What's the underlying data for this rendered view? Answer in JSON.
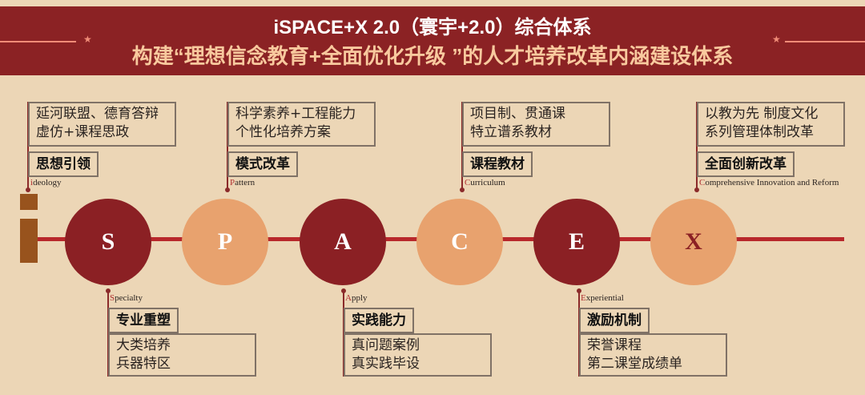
{
  "header": {
    "title": "iSPACE+X 2.0（寰宇+2.0）综合体系",
    "subtitle": "构建“理想信念教育+全面优化升级 ”的人才培养改革内涵建设体系",
    "decoration": "star-icon"
  },
  "colors": {
    "header_bg": "#8b2224",
    "background": "#ecd6b6",
    "dark_node": "#8b2024",
    "light_node": "#e8a26e",
    "axis": "#b8282b",
    "i_bar": "#98531d",
    "subtitle_text": "#f8c99e"
  },
  "prefix_letter": "i",
  "nodes": [
    {
      "letter": "S",
      "style": "dark"
    },
    {
      "letter": "P",
      "style": "light"
    },
    {
      "letter": "A",
      "style": "dark"
    },
    {
      "letter": "C",
      "style": "light"
    },
    {
      "letter": "E",
      "style": "dark"
    },
    {
      "letter": "X",
      "style": "light"
    }
  ],
  "top_items": [
    {
      "key": "i",
      "english_first": "i",
      "english_rest": "deology",
      "label": "思想引领",
      "lines": [
        "延河联盟、德育答辩",
        "虚仿+课程思政"
      ]
    },
    {
      "key": "P",
      "english_first": "P",
      "english_rest": "attern",
      "label": "模式改革",
      "lines": [
        "科学素养+工程能力",
        "个性化培养方案"
      ]
    },
    {
      "key": "C",
      "english_first": "C",
      "english_rest": "urriculum",
      "label": "课程教材",
      "lines": [
        "项目制、贯通课",
        "特立谱系教材"
      ]
    },
    {
      "key": "X",
      "english_first": "C",
      "english_rest": "omprehensive Innovation and Reform",
      "label": "全面创新改革",
      "lines": [
        "以教为先 制度文化",
        "系列管理体制改革"
      ]
    }
  ],
  "bottom_items": [
    {
      "key": "S",
      "english_first": "S",
      "english_rest": "pecialty",
      "label": "专业重塑",
      "lines": [
        "大类培养",
        "兵器特区"
      ]
    },
    {
      "key": "A",
      "english_first": "A",
      "english_rest": "pply",
      "label": "实践能力",
      "lines": [
        "真问题案例",
        "真实践毕设"
      ]
    },
    {
      "key": "E",
      "english_first": "E",
      "english_rest": "xperiential",
      "label": "激励机制",
      "lines": [
        "荣誉课程",
        "第二课堂成绩单"
      ]
    }
  ]
}
